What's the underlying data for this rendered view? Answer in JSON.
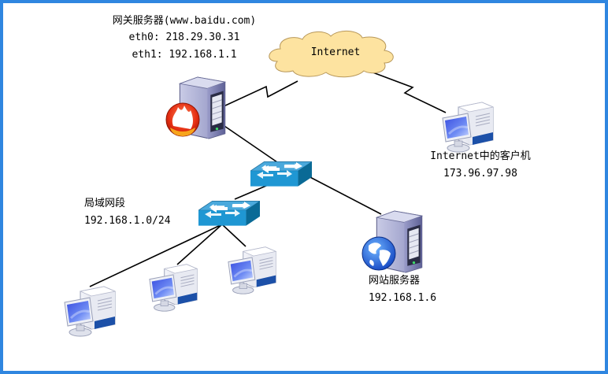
{
  "diagram": {
    "title": "Network topology",
    "colors": {
      "frame": "#2f86e0",
      "cloud_fill": "#fde3a0",
      "cloud_stroke": "#b8985a",
      "switch_top": "#4aa9dc",
      "switch_side": "#0a6a96",
      "link": "#000000"
    },
    "nodes": {
      "gateway": {
        "icon": "firewall-server-icon",
        "name": "网关服务器(www.baidu.com)",
        "eth0": "eth0: 218.29.30.31",
        "eth1": "eth1: 192.168.1.1"
      },
      "internet": {
        "icon": "cloud-icon",
        "label": "Internet"
      },
      "internet_client": {
        "icon": "desktop-computer-icon",
        "name": "Internet中的客户机",
        "ip": "173.96.97.98"
      },
      "core_switch": {
        "icon": "switch-icon"
      },
      "lan_switch": {
        "icon": "switch-icon"
      },
      "lan": {
        "name": "局域网段",
        "subnet": "192.168.1.0/24"
      },
      "web_server": {
        "icon": "web-server-icon",
        "name": "网站服务器",
        "ip": "192.168.1.6"
      },
      "lan_clients": [
        {
          "icon": "desktop-computer-icon"
        },
        {
          "icon": "desktop-computer-icon"
        },
        {
          "icon": "desktop-computer-icon"
        }
      ]
    },
    "links": [
      {
        "from": "gateway",
        "to": "internet",
        "type": "wan"
      },
      {
        "from": "internet",
        "to": "internet_client",
        "type": "wan"
      },
      {
        "from": "gateway",
        "to": "core_switch",
        "type": "lan"
      },
      {
        "from": "core_switch",
        "to": "web_server",
        "type": "lan"
      },
      {
        "from": "core_switch",
        "to": "lan_switch",
        "type": "lan"
      },
      {
        "from": "lan_switch",
        "to": "lan_client_1",
        "type": "lan"
      },
      {
        "from": "lan_switch",
        "to": "lan_client_2",
        "type": "lan"
      },
      {
        "from": "lan_switch",
        "to": "lan_client_3",
        "type": "lan"
      }
    ]
  }
}
